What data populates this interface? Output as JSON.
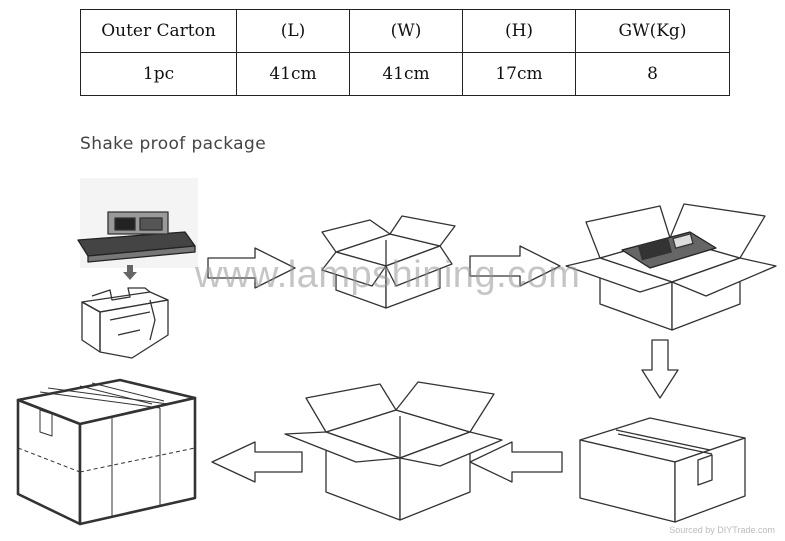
{
  "table": {
    "headers": [
      "Outer Carton",
      "(L)",
      "(W)",
      "(H)",
      "GW(Kg)"
    ],
    "row": [
      "1pc",
      "41cm",
      "41cm",
      "17cm",
      "8"
    ]
  },
  "caption": "Shake proof package",
  "watermark": "www.lampshining.com",
  "watermark_small": "Sourced by DIYTrade.com"
}
